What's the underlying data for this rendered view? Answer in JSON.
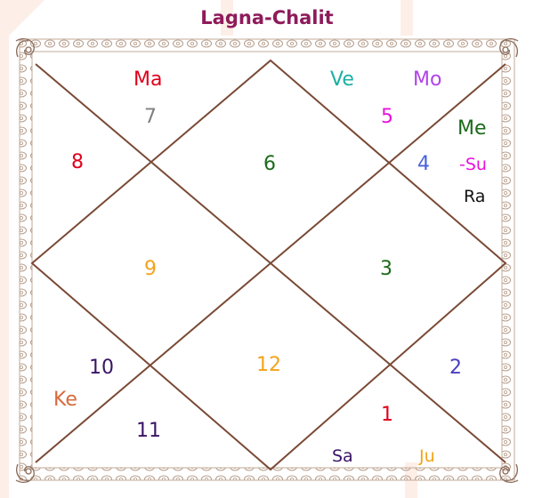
{
  "title": "Lagna-Chalit",
  "colors": {
    "title": "#8e1b5a",
    "frame_ornament": "#b59c8a",
    "chart_lines": "#7a4a36"
  },
  "houses": {
    "h1": "1",
    "h2": "2",
    "h3": "3",
    "h4": "4",
    "h5": "5",
    "h6": "6",
    "h7": "7",
    "h8": "8",
    "h9": "9",
    "h10": "10",
    "h11": "11",
    "h12": "12"
  },
  "planets": {
    "ma": "Ma",
    "ve": "Ve",
    "mo": "Mo",
    "me": "Me",
    "su": "-Su",
    "ra": "Ra",
    "ke": "Ke",
    "sa": "Sa",
    "ju": "Ju"
  }
}
